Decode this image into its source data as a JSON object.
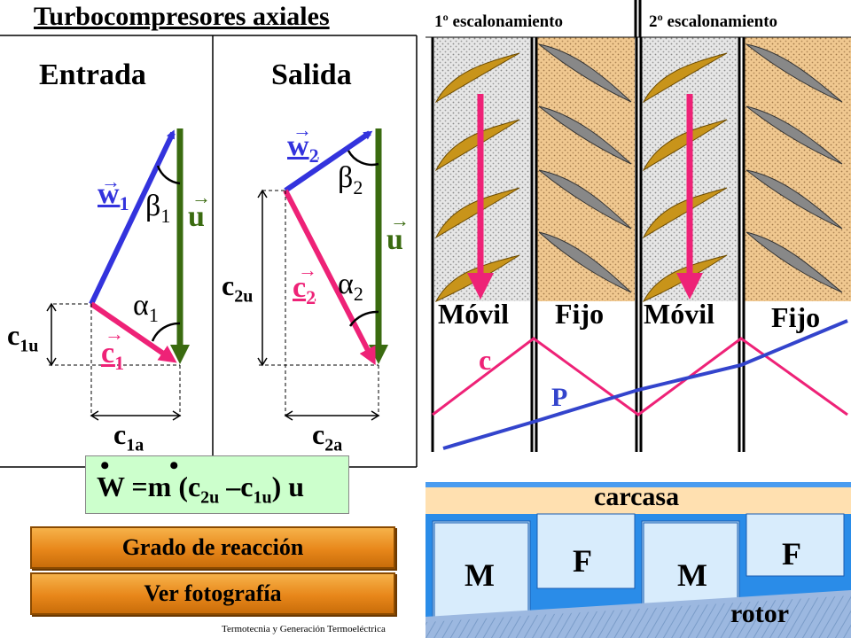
{
  "title": "Turbocompresores axiales",
  "triangles": {
    "entrada_label": "Entrada",
    "salida_label": "Salida",
    "w1": "w",
    "w1_sub": "1",
    "beta1": "β",
    "beta1_sub": "1",
    "u1": "u",
    "alpha1": "α",
    "alpha1_sub": "1",
    "c1": "c",
    "c1_sub": "1",
    "c1u": "c",
    "c1u_sub": "1u",
    "c1a": "c",
    "c1a_sub": "1a",
    "w2": "w",
    "w2_sub": "2",
    "beta2": "β",
    "beta2_sub": "2",
    "u2": "u",
    "c2u": "c",
    "c2u_sub": "2u",
    "c2": "c",
    "c2_sub": "2",
    "alpha2": "α",
    "alpha2_sub": "2",
    "c2a": "c",
    "c2a_sub": "2a",
    "vector_arrow": "→"
  },
  "formula": {
    "W": "W",
    "eq": "=m (c",
    "sub_a": "2u",
    "minus": " –c",
    "sub_b": "1u",
    "tail": ") u",
    "dot": "•"
  },
  "buttons": {
    "grado": "Grado de reacción",
    "foto": "Ver fotografía"
  },
  "stages": {
    "stage1": "1º escalonamiento",
    "stage2": "2º escalonamiento",
    "movil1": "Móvil",
    "fijo1": "Fijo",
    "movil2": "Móvil",
    "fijo2": "Fijo",
    "c_label": "c",
    "p_label": "P"
  },
  "section": {
    "carcasa": "carcasa",
    "rotor": "rotor",
    "m1": "M",
    "f1": "F",
    "m2": "M",
    "f2": "F"
  },
  "footer": "Termotecnia y Generación Termoeléctrica",
  "colors": {
    "w_vector": "#3333dd",
    "u_vector": "#3a6b10",
    "c_vector": "#ee2277",
    "blade": "#c8941a",
    "fixed_bg": "#f0c890",
    "moving_bg": "#dddddd",
    "P_line": "#3344cc",
    "formula_bg": "#ccffcc",
    "button": "#e8871a",
    "carcasa": "#ffe0b0",
    "section_blue": "#2a8ce8"
  }
}
